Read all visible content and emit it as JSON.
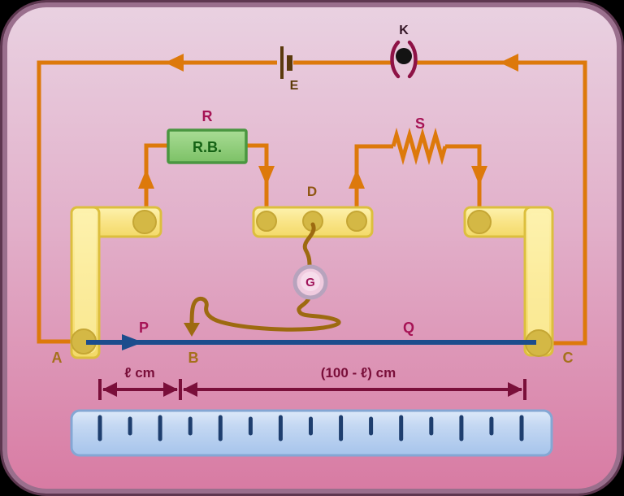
{
  "diagram": {
    "type": "metre-bridge-circuit",
    "labels": {
      "battery": "E",
      "key": "K",
      "resistance": "R",
      "resistance_box": "R.B.",
      "resistor_s": "S",
      "galvanometer": "G",
      "point_a": "A",
      "point_b": "B",
      "point_c": "C",
      "point_d": "D",
      "gap_p": "P",
      "gap_q": "Q"
    },
    "measurements": {
      "left_span": "ℓ cm",
      "right_span": "(100 - ℓ) cm"
    },
    "ruler": {
      "tick_count": 15
    },
    "colors": {
      "background": "#000000",
      "panel_border": "#9a6f8d",
      "panel_fill_top": "#e9d1e1",
      "panel_fill_bottom": "#d87ba3",
      "wire_orange": "#dd790b",
      "wire_blue": "#1c4d8d",
      "wire_brown": "#9d6a10",
      "battery_plate": "#5a3a0c",
      "key_paren": "#8e1246",
      "key_dot": "#131313",
      "strip_yellow": "#f9e487",
      "strip_border": "#dcbf3e",
      "terminal_yellow": "#d4b845",
      "rb_fill": "#8ccb76",
      "rb_border": "#4a9640",
      "rb_text": "#156315",
      "galvo_ring": "#b7a3bd",
      "galvo_fill": "#efcbdf",
      "label_magenta": "#a61355",
      "label_brown": "#a5701b",
      "label_maroon": "#7a0f3a",
      "ruler_fill": "#bcd3f0",
      "ruler_border": "#84a7d4",
      "ruler_tick": "#1e3e6e"
    }
  }
}
